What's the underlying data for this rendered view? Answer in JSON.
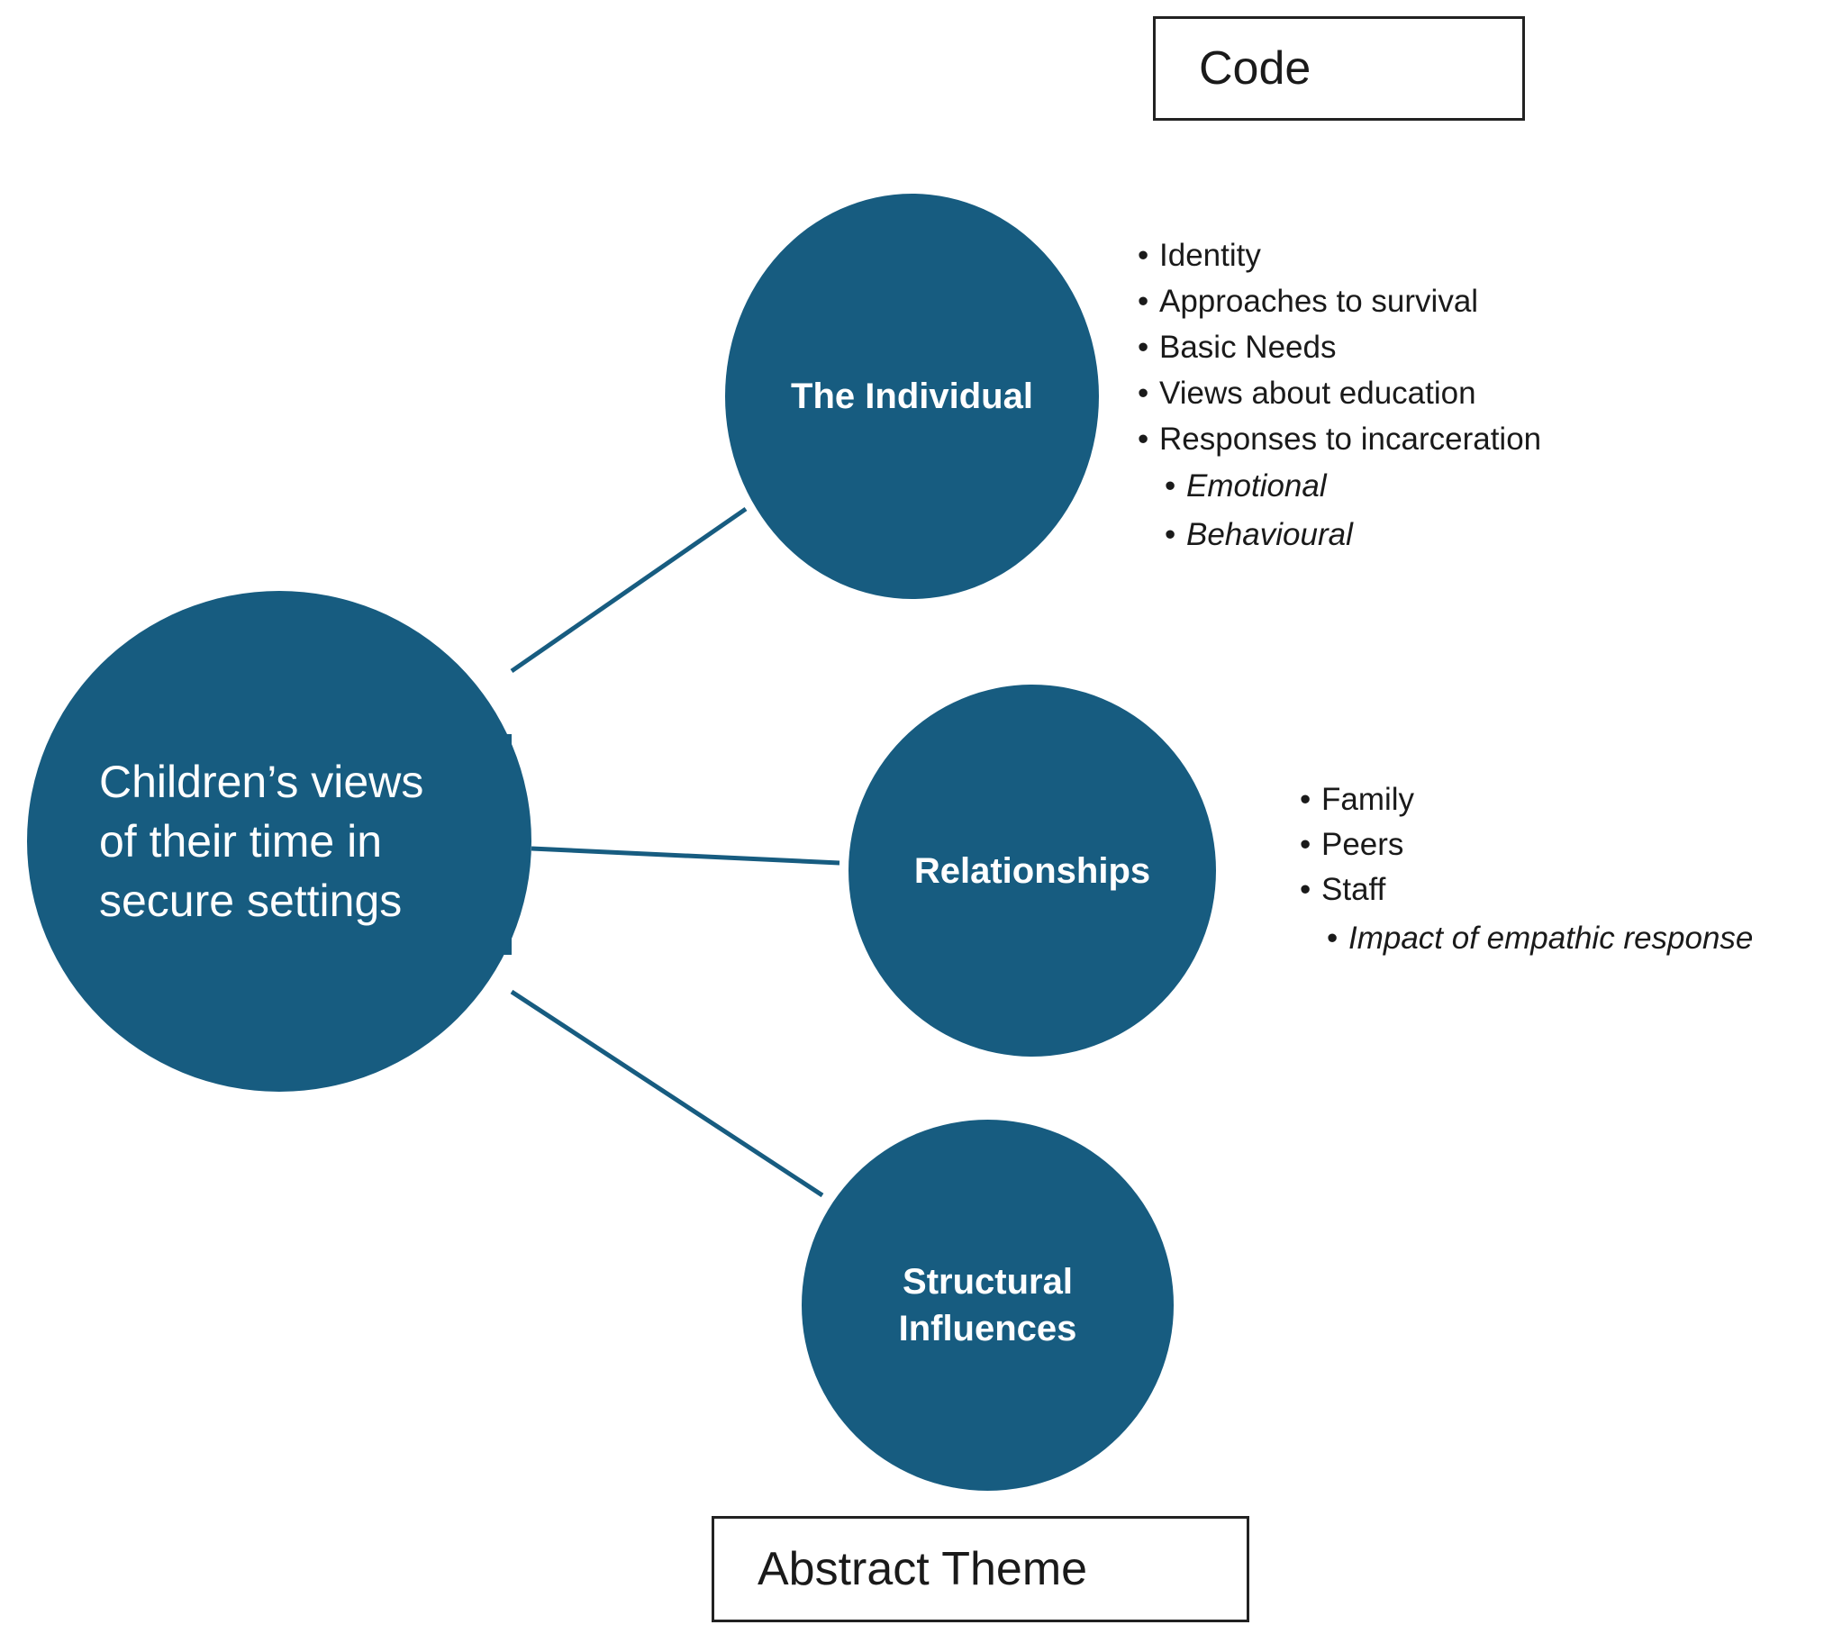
{
  "legend": {
    "code_label": "Code",
    "abstract_theme_label": "Abstract Theme"
  },
  "central_theme": {
    "lines": [
      "Children’s views",
      "of their time in",
      "secure  settings"
    ]
  },
  "themes": {
    "individual": {
      "label": "The Individual",
      "codes": [
        {
          "text": "Identity",
          "level": 1
        },
        {
          "text": "Approaches to survival",
          "level": 1
        },
        {
          "text": "Basic Needs",
          "level": 1
        },
        {
          "text": "Views about education",
          "level": 1
        },
        {
          "text": "Responses to incarceration",
          "level": 1
        },
        {
          "text": "Emotional",
          "level": 2
        },
        {
          "text": "Behavioural",
          "level": 2
        }
      ]
    },
    "relationships": {
      "label": "Relationships",
      "codes": [
        {
          "text": "Family",
          "level": 1
        },
        {
          "text": "Peers",
          "level": 1
        },
        {
          "text": "Staff",
          "level": 1
        },
        {
          "text": "Impact of empathic response",
          "level": 2
        }
      ]
    },
    "structural": {
      "lines": [
        "Structural",
        "Influences"
      ]
    }
  },
  "bullet_glyph": "•",
  "colors": {
    "node_fill": "#175c80",
    "node_text": "#ffffff",
    "connector": "#175c80",
    "box_border": "#222222",
    "text": "#1a1a1a"
  }
}
